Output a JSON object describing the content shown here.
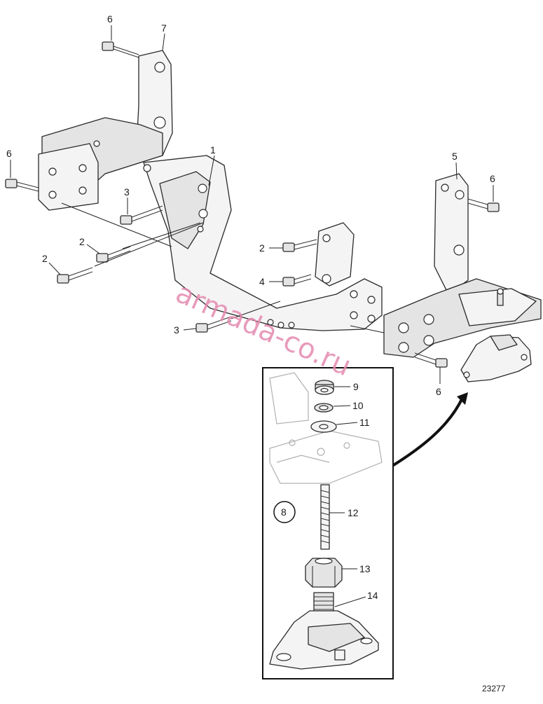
{
  "callouts": {
    "c1": "1",
    "c2a": "2",
    "c2b": "2",
    "c2c": "2",
    "c3a": "3",
    "c3b": "3",
    "c4": "4",
    "c5": "5",
    "c6a": "6",
    "c6b": "6",
    "c6c": "6",
    "c6d": "6",
    "c7": "7",
    "c8": "8",
    "c9": "9",
    "c10": "10",
    "c11": "11",
    "c12": "12",
    "c13": "13",
    "c14": "14"
  },
  "figure_number": "23277",
  "watermark": "armada-co.ru"
}
